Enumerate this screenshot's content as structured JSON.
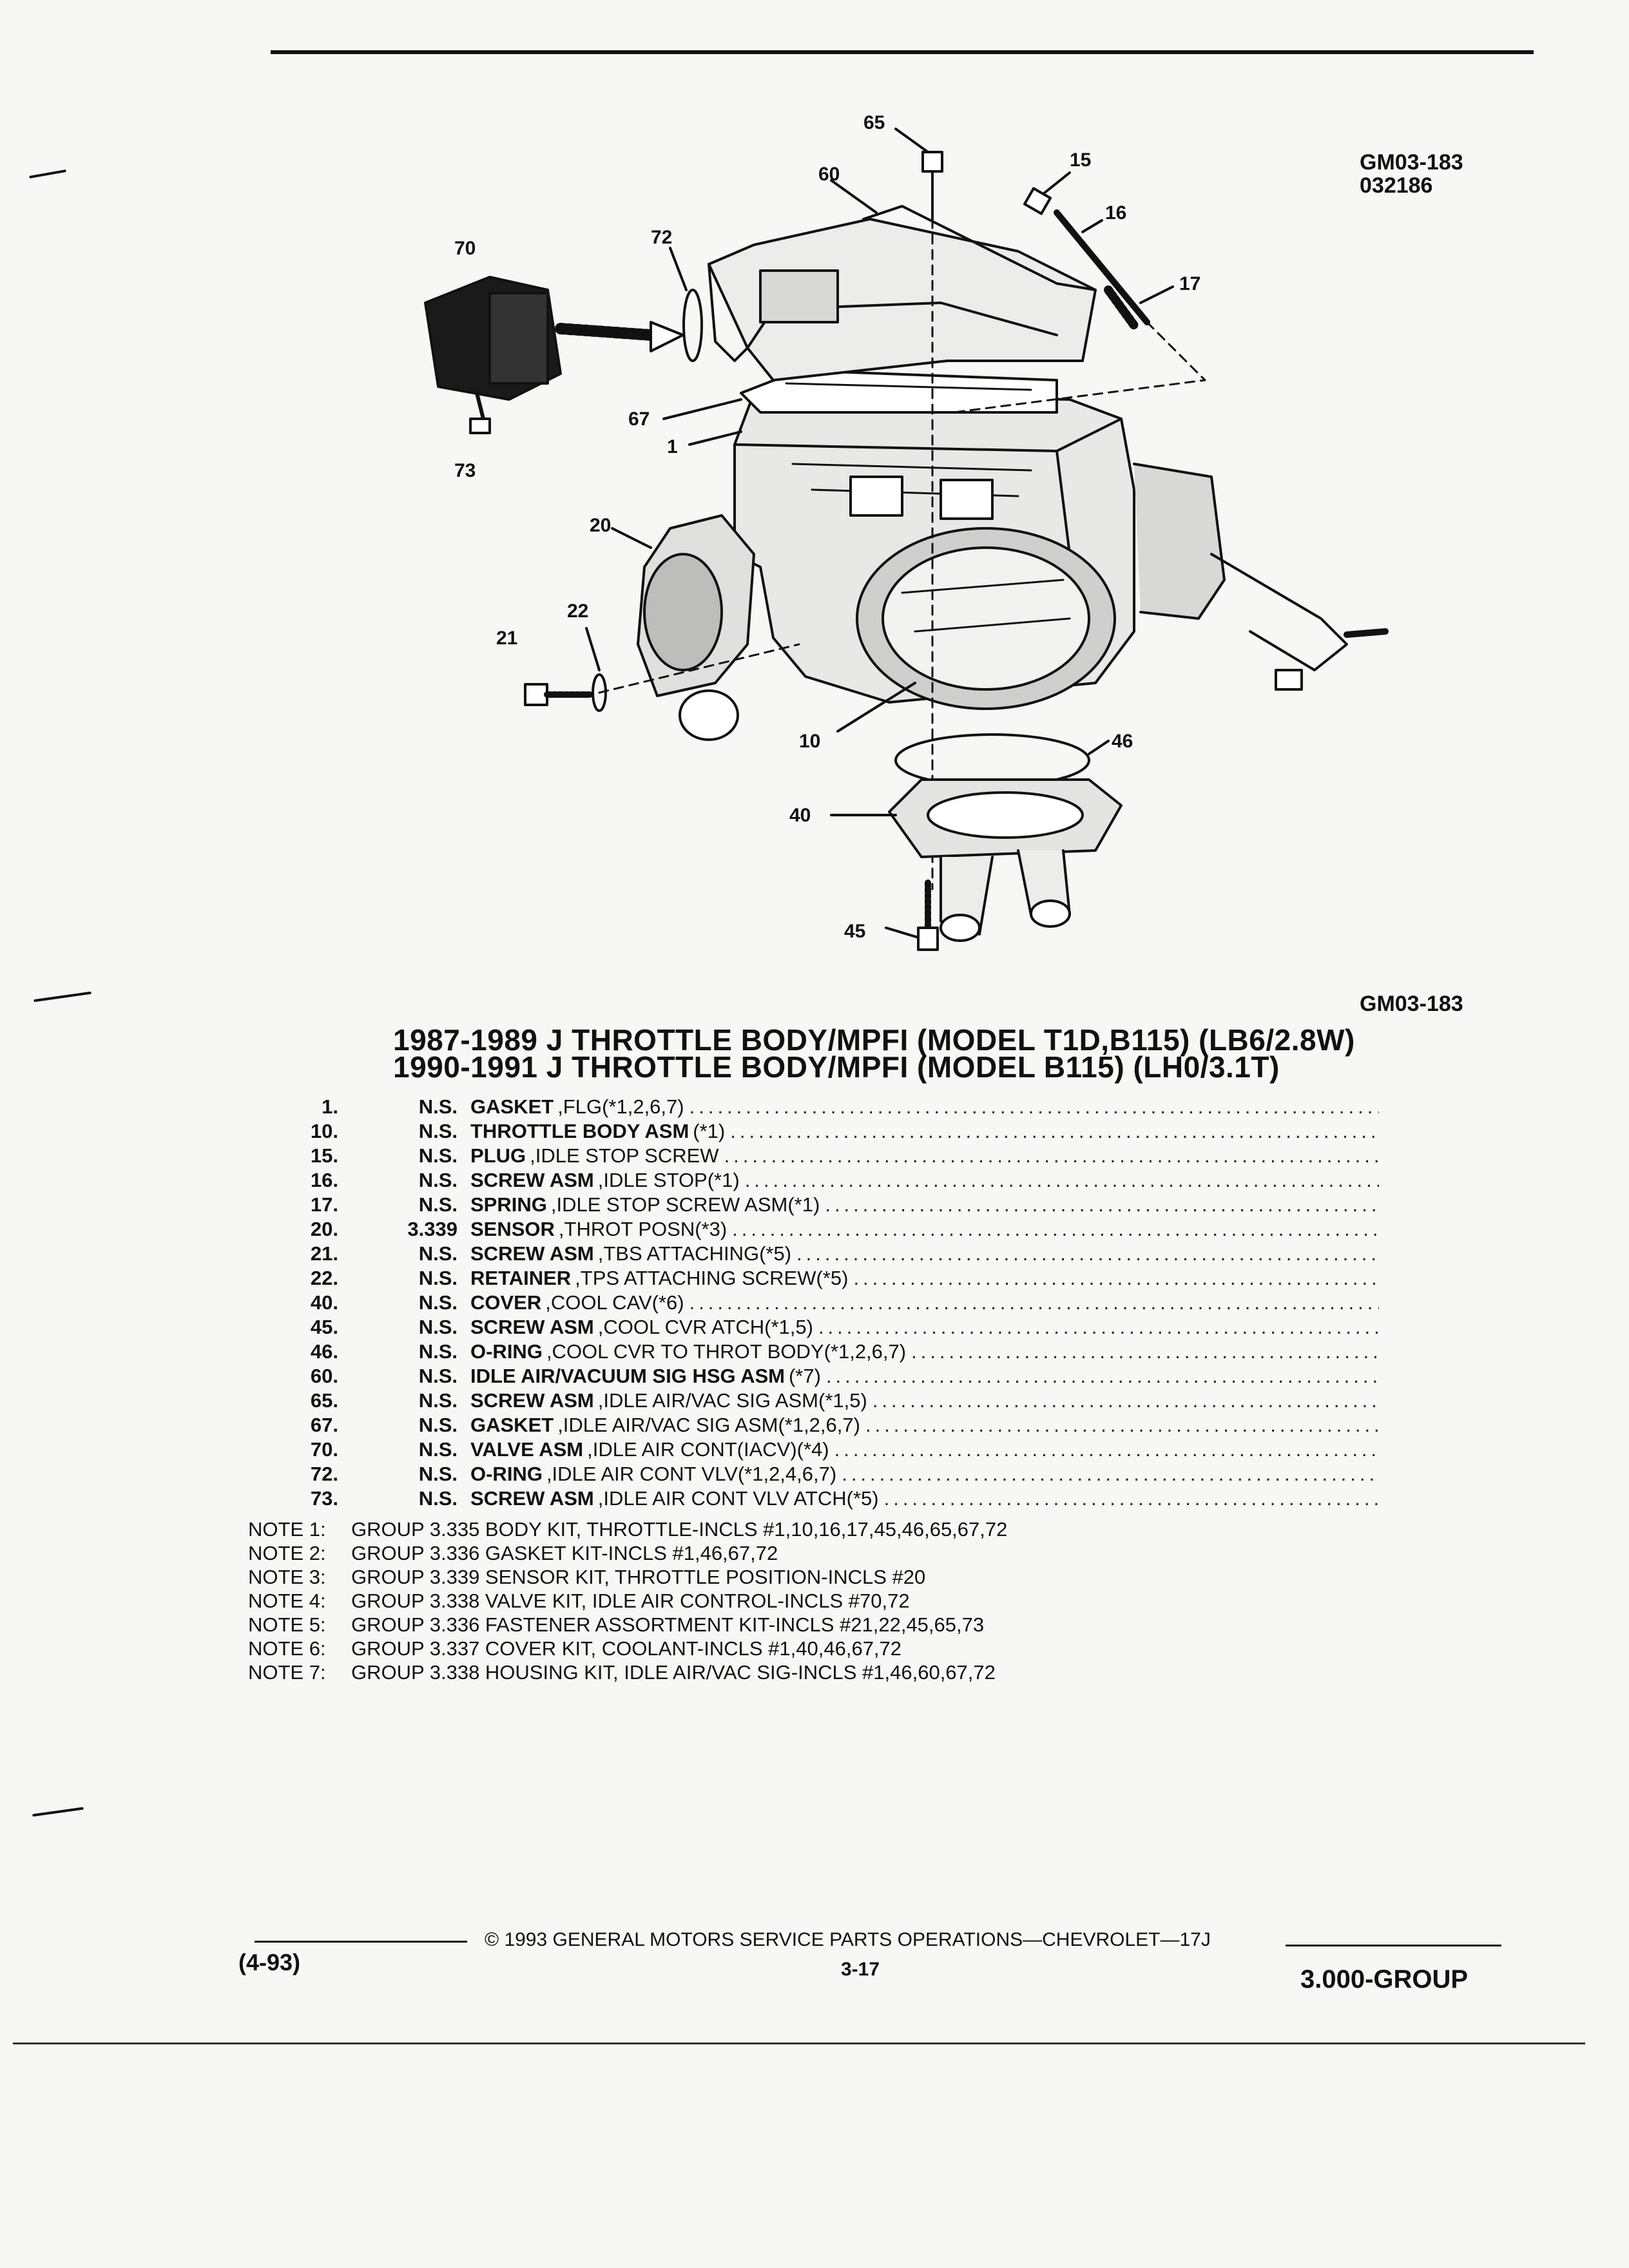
{
  "header": {
    "code_top": "GM03-183",
    "date_code": "032186",
    "code_mid": "GM03-183"
  },
  "diagram": {
    "callouts": [
      "65",
      "60",
      "15",
      "16",
      "17",
      "70",
      "72",
      "67",
      "1",
      "73",
      "20",
      "22",
      "21",
      "10",
      "46",
      "40",
      "45"
    ]
  },
  "titles": [
    "1987-1989 J THROTTLE BODY/MPFI (MODEL T1D,B115) (LB6/2.8W)",
    "1990-1991 J THROTTLE BODY/MPFI (MODEL B115) (LH0/3.1T)"
  ],
  "parts": [
    {
      "num": "1.",
      "grp": "N.S.",
      "name": "GASKET",
      "desc": ",FLG(*1,2,6,7)"
    },
    {
      "num": "10.",
      "grp": "N.S.",
      "name": "THROTTLE BODY ASM",
      "desc": "(*1)"
    },
    {
      "num": "15.",
      "grp": "N.S.",
      "name": "PLUG",
      "desc": ",IDLE STOP SCREW"
    },
    {
      "num": "16.",
      "grp": "N.S.",
      "name": "SCREW ASM",
      "desc": ",IDLE STOP(*1)"
    },
    {
      "num": "17.",
      "grp": "N.S.",
      "name": "SPRING",
      "desc": ",IDLE STOP SCREW ASM(*1)"
    },
    {
      "num": "20.",
      "grp": "3.339",
      "name": "SENSOR",
      "desc": ",THROT POSN(*3)"
    },
    {
      "num": "21.",
      "grp": "N.S.",
      "name": "SCREW ASM",
      "desc": ",TBS ATTACHING(*5)"
    },
    {
      "num": "22.",
      "grp": "N.S.",
      "name": "RETAINER",
      "desc": ",TPS ATTACHING SCREW(*5)"
    },
    {
      "num": "40.",
      "grp": "N.S.",
      "name": "COVER",
      "desc": ",COOL CAV(*6)"
    },
    {
      "num": "45.",
      "grp": "N.S.",
      "name": "SCREW ASM",
      "desc": ",COOL CVR ATCH(*1,5)"
    },
    {
      "num": "46.",
      "grp": "N.S.",
      "name": "O-RING",
      "desc": ",COOL CVR TO THROT BODY(*1,2,6,7)"
    },
    {
      "num": "60.",
      "grp": "N.S.",
      "name": "IDLE AIR/VACUUM SIG HSG ASM",
      "desc": "(*7)"
    },
    {
      "num": "65.",
      "grp": "N.S.",
      "name": "SCREW ASM",
      "desc": ",IDLE AIR/VAC SIG ASM(*1,5)"
    },
    {
      "num": "67.",
      "grp": "N.S.",
      "name": "GASKET",
      "desc": ",IDLE AIR/VAC SIG ASM(*1,2,6,7)"
    },
    {
      "num": "70.",
      "grp": "N.S.",
      "name": "VALVE ASM",
      "desc": ",IDLE AIR CONT(IACV)(*4)"
    },
    {
      "num": "72.",
      "grp": "N.S.",
      "name": "O-RING",
      "desc": ",IDLE AIR CONT VLV(*1,2,4,6,7)"
    },
    {
      "num": "73.",
      "grp": "N.S.",
      "name": "SCREW ASM",
      "desc": ",IDLE AIR CONT VLV ATCH(*5)"
    }
  ],
  "notes": [
    {
      "label": "NOTE 1:",
      "text": "GROUP 3.335 BODY KIT, THROTTLE-INCLS #1,10,16,17,45,46,65,67,72"
    },
    {
      "label": "NOTE 2:",
      "text": "GROUP 3.336 GASKET KIT-INCLS #1,46,67,72"
    },
    {
      "label": "NOTE 3:",
      "text": "GROUP 3.339 SENSOR KIT, THROTTLE POSITION-INCLS #20"
    },
    {
      "label": "NOTE 4:",
      "text": "GROUP 3.338 VALVE KIT, IDLE AIR CONTROL-INCLS #70,72"
    },
    {
      "label": "NOTE 5:",
      "text": "GROUP 3.336 FASTENER ASSORTMENT KIT-INCLS #21,22,45,65,73"
    },
    {
      "label": "NOTE 6:",
      "text": "GROUP 3.337 COVER KIT, COOLANT-INCLS #1,40,46,67,72"
    },
    {
      "label": "NOTE 7:",
      "text": "GROUP 3.338 HOUSING KIT, IDLE AIR/VAC SIG-INCLS #1,46,60,67,72"
    }
  ],
  "footer": {
    "date": "(4-93)",
    "copyright": "© 1993 GENERAL MOTORS SERVICE PARTS OPERATIONS—CHEVROLET—17J",
    "page": "3-17",
    "group": "3.000-GROUP"
  }
}
